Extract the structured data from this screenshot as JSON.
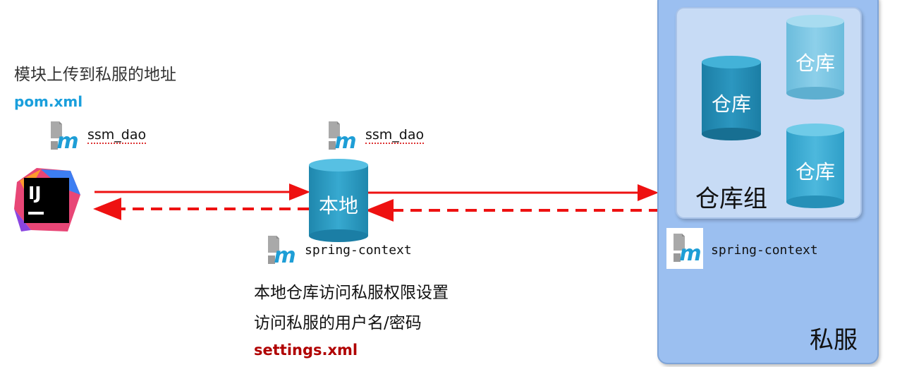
{
  "left_panel": {
    "upload_address_label": "模块上传到私服的地址",
    "pom_file": "pom.xml",
    "module_name": "ssm_dao",
    "ide_logo_text": "IJ"
  },
  "local_repo": {
    "module_top": "ssm_dao",
    "cylinder_label": "本地",
    "module_bottom": "spring-context",
    "notes": [
      "本地仓库访问私服权限设置",
      "访问私服的用户名/密码"
    ],
    "settings_file": "settings.xml"
  },
  "private_server": {
    "label": "私服",
    "group_label": "仓库组",
    "repositories": [
      "仓库",
      "仓库",
      "仓库"
    ],
    "module_name": "spring-context"
  },
  "colors": {
    "arrow": "#ee1111",
    "cylinder_dark": "#1b7ea5",
    "cylinder_light": "#3fb1d6",
    "cylinder_pale": "#7cc6e3",
    "server_bg": "#9bbff0",
    "group_bg": "#c7dbf5"
  },
  "icons": [
    "intellij-idea-icon",
    "maven-module-icon"
  ]
}
